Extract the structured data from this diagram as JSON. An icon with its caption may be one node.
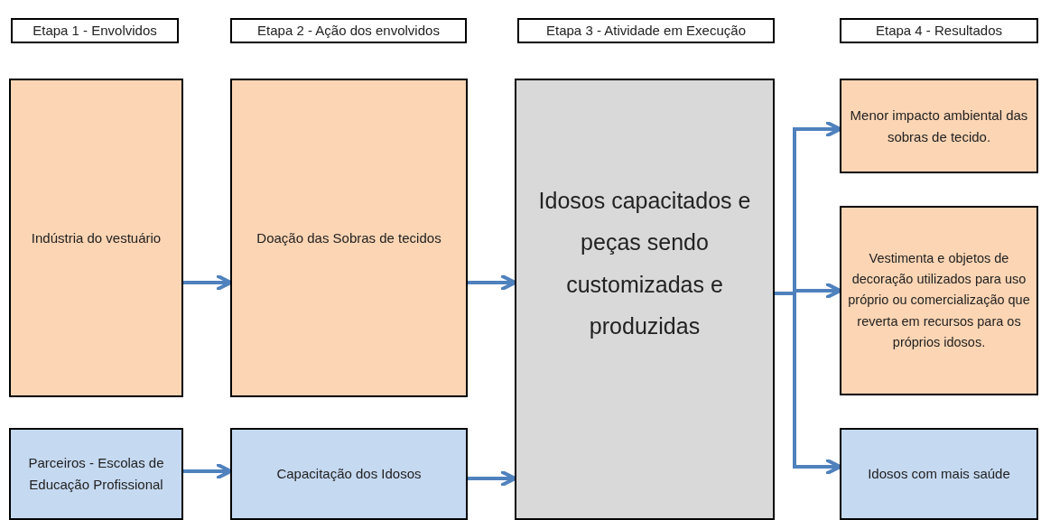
{
  "diagram": {
    "nodes": [
      {
        "text": [
          "Etapa 1 - Envolvidos"
        ]
      },
      {
        "text": [
          "Etapa 2 - Ação dos envolvidos"
        ]
      },
      {
        "text": [
          "Etapa 3 - Atividade em Execução"
        ]
      },
      {
        "text": [
          "Etapa 4 - Resultados"
        ]
      },
      {
        "text": [
          "Indústria do vestuário"
        ]
      },
      {
        "text": [
          "Doação das Sobras de tecidos"
        ]
      },
      {
        "text": [
          "Idosos capacitados e peças sendo customizadas e produzidas"
        ]
      },
      {
        "text": [
          "Menor impacto ambiental das sobras de tecido."
        ]
      },
      {
        "text": [
          "Vestimenta e objetos de decoração utilizados para uso próprio ou comercialização que reverta em recursos para os próprios idosos."
        ]
      },
      {
        "text": [
          "Parceiros - Escolas de Educação Profissional"
        ]
      },
      {
        "text": [
          "Capacitação dos Idosos"
        ]
      },
      {
        "text": [
          "Idosos com mais saúde"
        ]
      }
    ],
    "edges": [
      {
        "from": 4,
        "to": 5,
        "arrow": "to"
      },
      {
        "from": 5,
        "to": 6,
        "arrow": "to"
      },
      {
        "from": 9,
        "to": 10,
        "arrow": "to"
      },
      {
        "from": 10,
        "to": 6,
        "arrow": "to"
      },
      {
        "from": 6,
        "to": 7,
        "arrow": "to"
      },
      {
        "from": 6,
        "to": 8,
        "arrow": "to"
      },
      {
        "from": 6,
        "to": 11,
        "arrow": "to"
      }
    ]
  }
}
